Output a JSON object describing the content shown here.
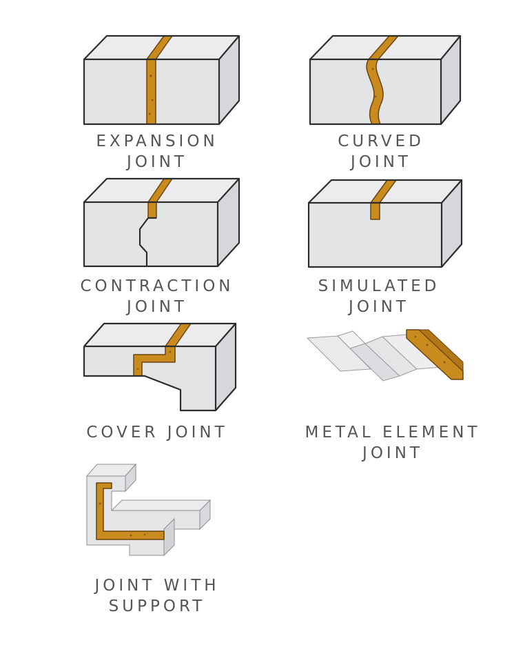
{
  "colors": {
    "joint_fill": "#c98a1e",
    "joint_dark": "#6a4310",
    "block_front": "#e3e4e6",
    "block_top": "#ececee",
    "block_side": "#d6d7da",
    "outline": "#2c2c2c",
    "label_text": "#555555"
  },
  "joints": [
    {
      "id": "expansion",
      "icon": "expansion-joint-block-icon",
      "line1": "EXPANSION",
      "line2": "JOINT"
    },
    {
      "id": "curved",
      "icon": "curved-joint-block-icon",
      "line1": "CURVED",
      "line2": "JOINT"
    },
    {
      "id": "contraction",
      "icon": "contraction-joint-block-icon",
      "line1": "CONTRACTION",
      "line2": "JOINT"
    },
    {
      "id": "simulated",
      "icon": "simulated-joint-block-icon",
      "line1": "SIMULATED",
      "line2": "JOINT"
    },
    {
      "id": "cover",
      "icon": "cover-joint-block-icon",
      "line1": "COVER JOINT",
      "line2": ""
    },
    {
      "id": "metal",
      "icon": "metal-element-joint-icon",
      "line1": "METAL ELEMENT",
      "line2": "JOINT"
    },
    {
      "id": "support",
      "icon": "joint-with-support-icon",
      "line1": "JOINT WITH",
      "line2": "SUPPORT"
    }
  ]
}
